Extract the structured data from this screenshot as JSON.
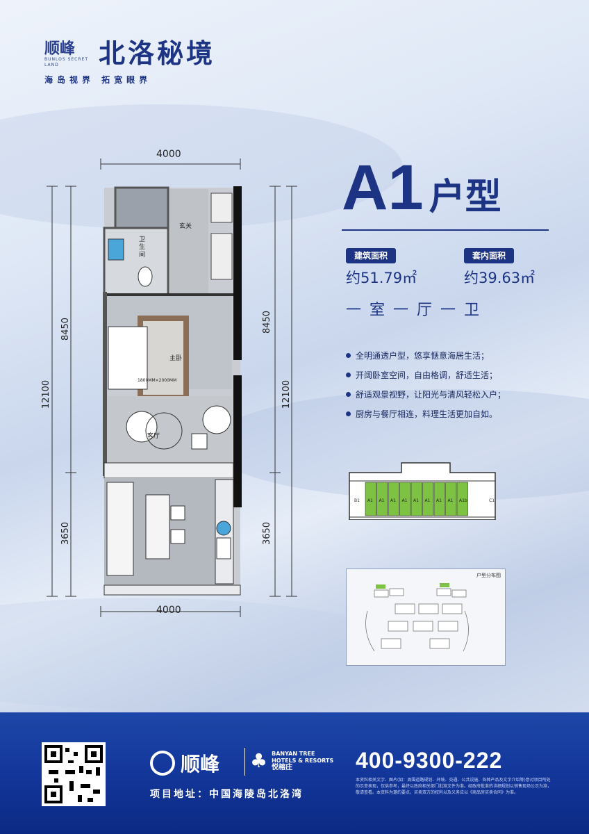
{
  "brand": {
    "logo_cn": "顺峰",
    "logo_en": "BUNLOS SECRET LAND",
    "project_name": "北洛秘境",
    "slogan": "海岛视界  拓宽眼界"
  },
  "unit": {
    "code": "A1",
    "suffix": "户型",
    "building_area_label": "建筑面积",
    "building_area_value": "约51.79㎡",
    "inner_area_label": "套内面积",
    "inner_area_value": "约39.63㎡",
    "layout": "一室一厅一卫"
  },
  "features": [
    "全明通透户型，悠享惬意海居生活；",
    "开阔卧室空间，自由格调，舒适生活；",
    "舒适观景视野，让阳光与清风轻松入户；",
    "厨房与餐厅相连，料理生活更加自如。"
  ],
  "floorplan": {
    "dim_top": "4000",
    "dim_bottom": "4000",
    "dim_left_total": "12100",
    "dim_left_upper": "8450",
    "dim_left_lower": "3650",
    "dim_right_total": "12100",
    "dim_right_upper": "8450",
    "dim_right_lower": "3650",
    "room_entrance": "玄关",
    "room_bathroom": "卫生间",
    "room_bedroom": "主卧",
    "room_living": "客厅",
    "bed_size": "1800MM×2000MM"
  },
  "keyplan": {
    "units": [
      "A1",
      "A1",
      "A1",
      "A1",
      "A1",
      "A1",
      "A1",
      "A1",
      "A1b"
    ],
    "end_left": "B1",
    "end_right": "C1",
    "highlight_color": "#7dc242"
  },
  "siteplan": {
    "label": "户型分布图"
  },
  "footer": {
    "logo_cn": "顺峰",
    "partner_en": "BANYAN TREE HOTELS & RESORTS",
    "partner_cn": "悦榕庄",
    "address": "项目地址：中国海陵岛北洛湾",
    "phone": "400-9300-222",
    "disclaimer": "本资料相关文字、图片(如：周围道路规划、环境、交通、公共设施、各种产品及文字介绍等)意对项目所处的示意表现，仅供参考，最终以政府相关部门批准文件为准。经政府批准的详细规划以销售现场公示为准，敬请查看。本资料为邀约要点，买卖双方的权利以及义务应以《商品房买卖合同》为准。"
  },
  "colors": {
    "primary": "#1d3484",
    "footer": "#13369a"
  }
}
